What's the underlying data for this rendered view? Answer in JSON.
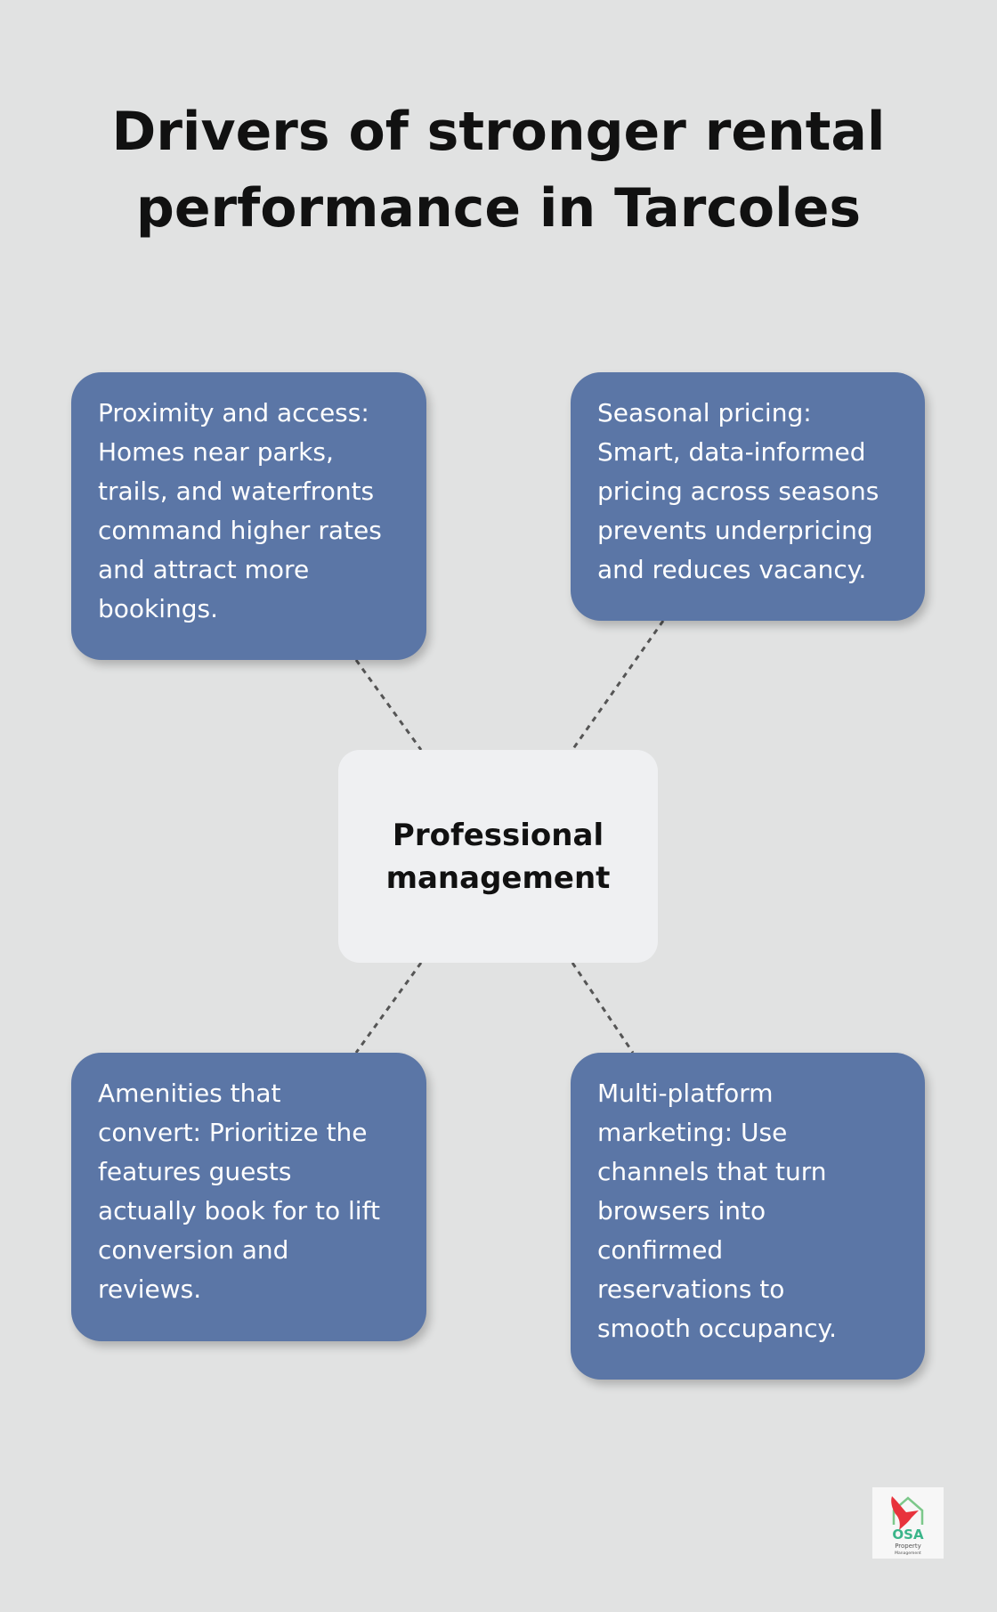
{
  "title": [
    "Drivers of stronger rental",
    "performance in Tarcoles"
  ],
  "center": {
    "label": [
      "Professional",
      "management"
    ]
  },
  "cards": [
    {
      "lines": [
        "Proximity and access:",
        "Homes near parks,",
        "trails, and waterfronts",
        "command higher rates",
        "and attract more",
        "bookings."
      ]
    },
    {
      "lines": [
        "Seasonal pricing:",
        "Smart, data-informed",
        "pricing across seasons",
        "prevents underpricing",
        "and reduces vacancy."
      ]
    },
    {
      "lines": [
        "Amenities that",
        "convert: Prioritize the",
        "features guests",
        "actually book for to lift",
        "conversion and",
        "reviews."
      ]
    },
    {
      "lines": [
        "Multi-platform",
        "marketing: Use",
        "channels that turn",
        "browsers into",
        "confirmed",
        "reservations to",
        "smooth occupancy."
      ]
    }
  ],
  "logo": {
    "text": "OSA",
    "subtext": "Property Management"
  },
  "colors": {
    "background": "#e1e2e2",
    "card": "#5b76a6",
    "center": "#eff0f2",
    "connector": "#555555"
  }
}
